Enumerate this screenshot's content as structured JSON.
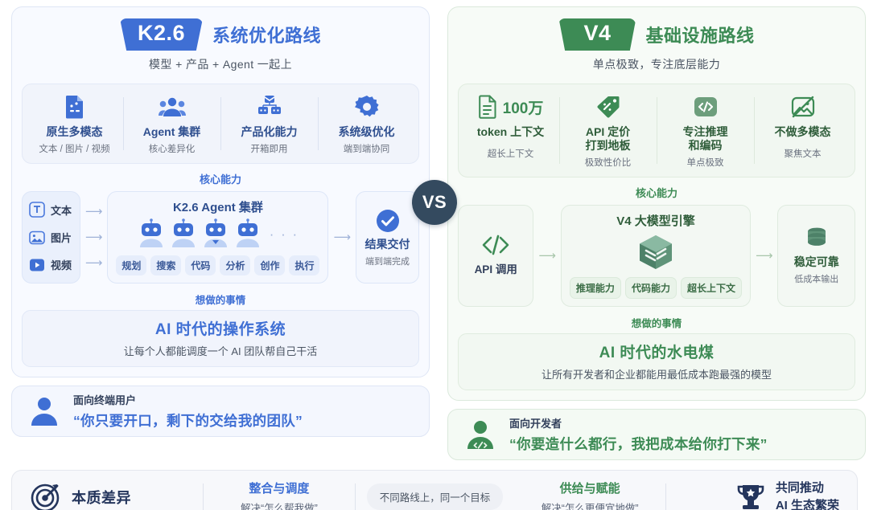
{
  "left": {
    "badge": "K2.6",
    "title": "系统优化路线",
    "subtitle": "模型 + 产品 + Agent 一起上",
    "features": [
      {
        "icon": "multimodal-file-icon",
        "title": "原生多模态",
        "sub": "文本 / 图片 / 视频"
      },
      {
        "icon": "people-group-icon",
        "title": "Agent 集群",
        "sub": "核心差异化"
      },
      {
        "icon": "product-boxes-icon",
        "title": "产品化能力",
        "sub": "开箱即用"
      },
      {
        "icon": "gear-icon",
        "title": "系统级优化",
        "sub": "端到端协同"
      }
    ],
    "core_label": "核心能力",
    "inputs": [
      {
        "icon": "text-icon",
        "label": "文本"
      },
      {
        "icon": "image-icon",
        "label": "图片"
      },
      {
        "icon": "video-icon",
        "label": "视频"
      }
    ],
    "engine_title": "K2.6 Agent 集群",
    "bot_count": 4,
    "bots_more": "· · ·",
    "chips": [
      "规划",
      "搜索",
      "代码",
      "分析",
      "创作",
      "执行"
    ],
    "output": {
      "icon": "check-circle-icon",
      "title": "结果交付",
      "sub": "端到端完成"
    },
    "mission_label": "想做的事情",
    "mission_title": "AI 时代的操作系统",
    "mission_sub": "让每个人都能调度一个 AI 团队帮自己干活",
    "audience": {
      "icon": "user-avatar-icon",
      "label": "面向终端用户",
      "quote": "“你只要开口，剩下的交给我的团队”"
    }
  },
  "right": {
    "badge": "V4",
    "title": "基础设施路线",
    "subtitle": "单点极致，专注底层能力",
    "features": [
      {
        "icon": "document-lines-icon",
        "num": "100万",
        "title": "token 上下文",
        "sub": "超长上下文"
      },
      {
        "icon": "price-tag-icon",
        "num": "",
        "title": "API 定价\n打到地板",
        "sub": "极致性价比"
      },
      {
        "icon": "code-brackets-icon",
        "num": "",
        "title": "专注推理\n和编码",
        "sub": "单点极致"
      },
      {
        "icon": "no-image-icon",
        "num": "",
        "title": "不做多模态",
        "sub": "聚焦文本"
      }
    ],
    "core_label": "核心能力",
    "api": {
      "icon": "code-brackets-icon",
      "label": "API 调用"
    },
    "engine_title": "V4 大模型引擎",
    "engine_icon": "cube-box-icon",
    "chips": [
      "推理能力",
      "代码能力",
      "超长上下文"
    ],
    "output": {
      "icon": "database-icon",
      "title": "稳定可靠",
      "sub": "低成本输出"
    },
    "mission_label": "想做的事情",
    "mission_title": "AI 时代的水电煤",
    "mission_sub": "让所有开发者和企业都能用最低成本跑最强的模型",
    "audience": {
      "icon": "developer-avatar-icon",
      "label": "面向开发者",
      "quote": "“你要造什么都行，我把成本给你打下来”"
    }
  },
  "vs_badge": "VS",
  "footer": {
    "left_icon": "target-icon",
    "left_title": "本质差异",
    "cell1": {
      "t1": "整合与调度",
      "t2": "解决“怎么帮我做”"
    },
    "pill": "不同路线上，同一个目标",
    "cell2": {
      "t1": "供给与赋能",
      "t2": "解决“怎么更便宜地做”"
    },
    "right_icon": "trophy-icon",
    "right_line1": "共同推动",
    "right_line2": "AI 生态繁荣"
  },
  "colors": {
    "blue": "#3f6fd4",
    "green": "#3d8b55",
    "navy": "#344a5f",
    "footer_navy": "#24355c"
  }
}
